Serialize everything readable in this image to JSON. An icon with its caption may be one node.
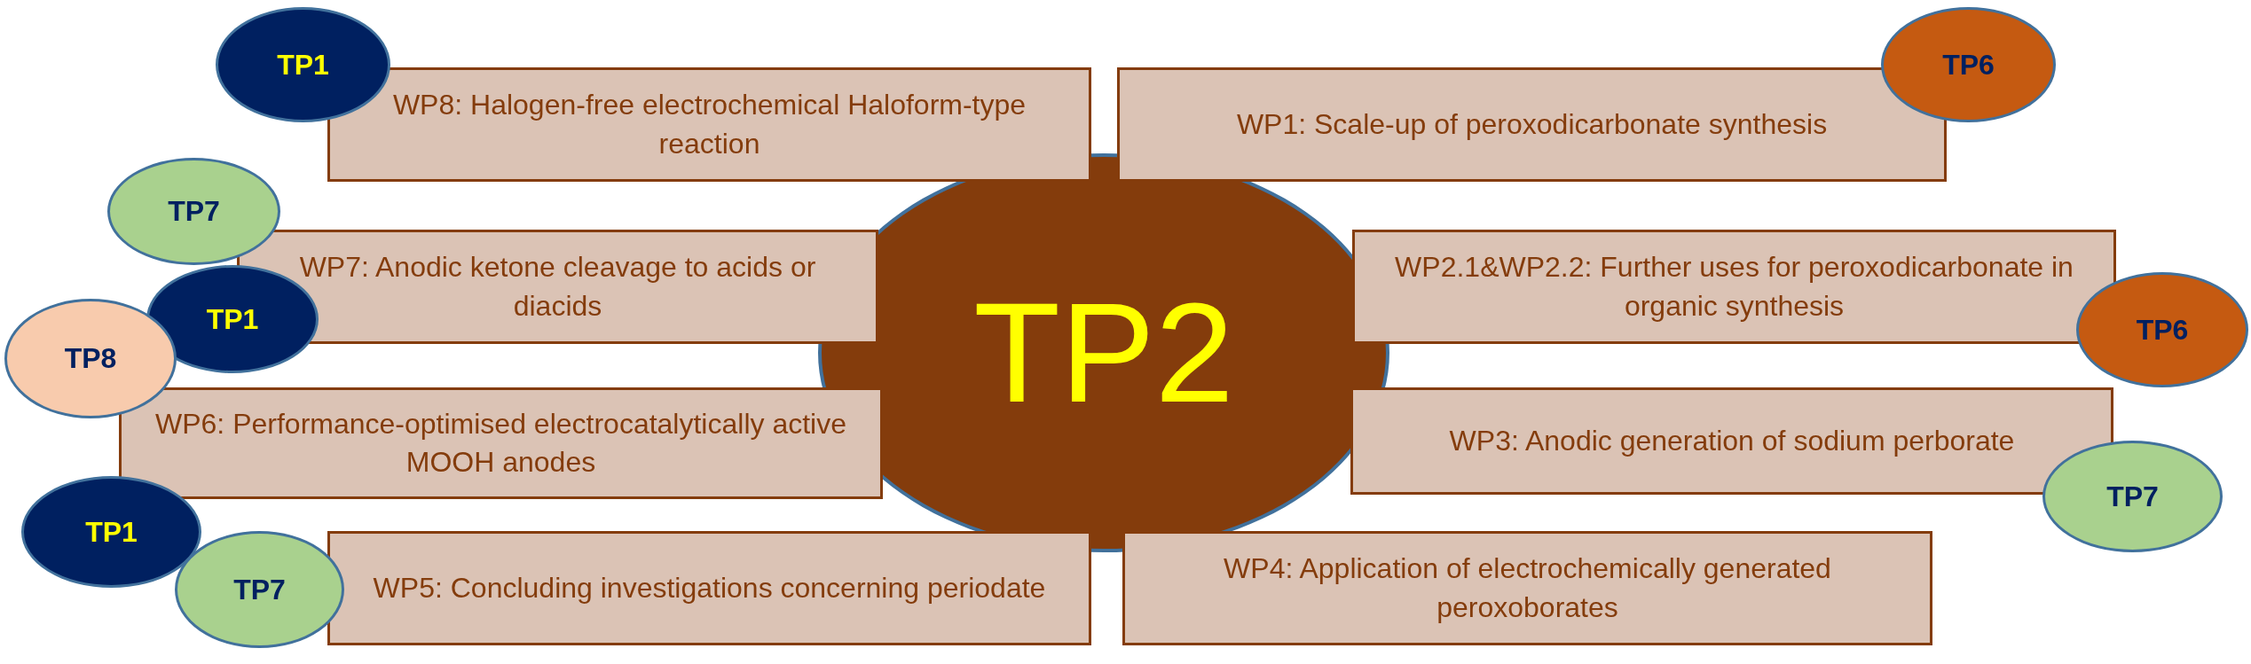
{
  "diagram": {
    "nodes": [
      {
        "text": [
          "TP1"
        ]
      },
      {
        "text": [
          "WP8: Halogen-free electrochemical Haloform-type reaction"
        ]
      },
      {
        "text": [
          "WP1: Scale-up of peroxodicarbonate synthesis"
        ]
      },
      {
        "text": [
          "TP6"
        ]
      },
      {
        "text": [
          "TP7"
        ]
      },
      {
        "text": [
          "WP7: Anodic ketone cleavage to acids or diacids"
        ]
      },
      {
        "text": [
          "TP2"
        ]
      },
      {
        "text": [
          "WP2.1&WP2.2: Further uses for peroxodicarbonate in organic synthesis"
        ]
      },
      {
        "text": [
          "TP1"
        ]
      },
      {
        "text": [
          "TP8"
        ]
      },
      {
        "text": [
          "TP6"
        ]
      },
      {
        "text": [
          "WP6: Performance-optimised electrocatalytically active MOOH anodes"
        ]
      },
      {
        "text": [
          "WP3: Anodic generation of sodium perborate"
        ]
      },
      {
        "text": [
          "TP7"
        ]
      },
      {
        "text": [
          "TP1"
        ]
      },
      {
        "text": [
          "WP5: Concluding investigations concerning periodate"
        ]
      },
      {
        "text": [
          "WP4: Application of electrochemically generated peroxoborates"
        ]
      },
      {
        "text": [
          "TP7"
        ]
      }
    ]
  }
}
